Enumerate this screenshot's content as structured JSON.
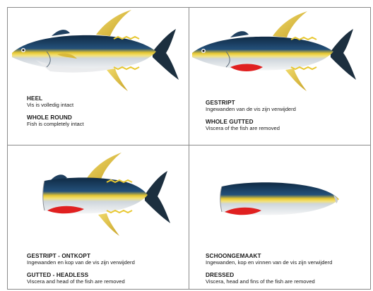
{
  "panels": [
    {
      "title_nl": "HEEL",
      "desc_nl": "Vis is volledig intact",
      "title_en": "WHOLE ROUND",
      "desc_en": "Fish is completely intact"
    },
    {
      "title_nl": "GESTRIPT",
      "desc_nl": "Ingewanden van de vis zijn verwijderd",
      "title_en": "WHOLE GUTTED",
      "desc_en": "Viscera of the fish are removed"
    },
    {
      "title_nl": "GESTRIPT - ONTKOPT",
      "desc_nl": "Ingewanden en kop van de vis zijn verwijderd",
      "title_en": "GUTTED - HEADLESS",
      "desc_en": "Viscera and head of the fish are removed"
    },
    {
      "title_nl": "SCHOONGEMAAKT",
      "desc_nl": "Ingewanden, kop en vinnen van de vis zijn verwijderd",
      "title_en": "DRESSED",
      "desc_en": "Viscera, head and fins of the fish are removed"
    }
  ],
  "colors": {
    "back": "#16324f",
    "stripe": "#e8c832",
    "belly": "#e6e8ea",
    "fin": "#e0c247",
    "gut": "#e02020"
  }
}
